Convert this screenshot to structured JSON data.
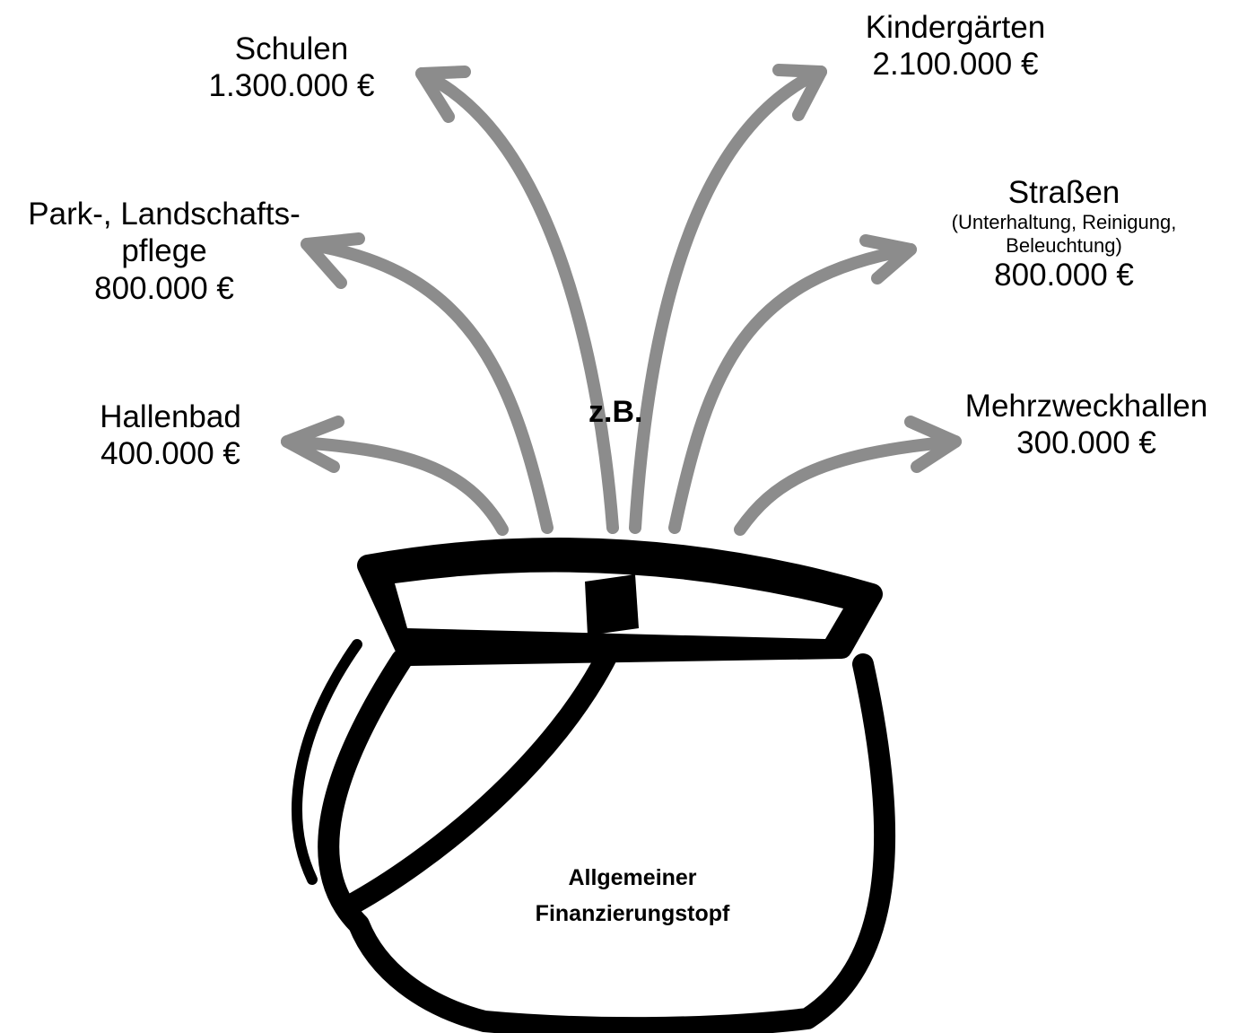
{
  "colors": {
    "arrow": "#8c8c8c",
    "pot": "#000000",
    "background": "#ffffff"
  },
  "center_text": "z.B.",
  "pot_label": {
    "line1": "Allgemeiner",
    "line2": "Finanzierungstopf"
  },
  "labels": {
    "schulen": {
      "name": "Schulen",
      "amount": "1.300.000 €"
    },
    "kindergaerten": {
      "name": "Kindergärten",
      "amount": "2.100.000 €"
    },
    "park": {
      "name_line1": "Park-, Landschafts-",
      "name_line2": "pflege",
      "amount": "800.000 €"
    },
    "strassen": {
      "name": "Straßen",
      "sub1": "(Unterhaltung, Reinigung,",
      "sub2": "Beleuchtung)",
      "amount": "800.000 €"
    },
    "hallenbad": {
      "name": "Hallenbad",
      "amount": "400.000 €"
    },
    "mehrzweckhallen": {
      "name": "Mehrzweckhallen",
      "amount": "300.000 €"
    }
  }
}
